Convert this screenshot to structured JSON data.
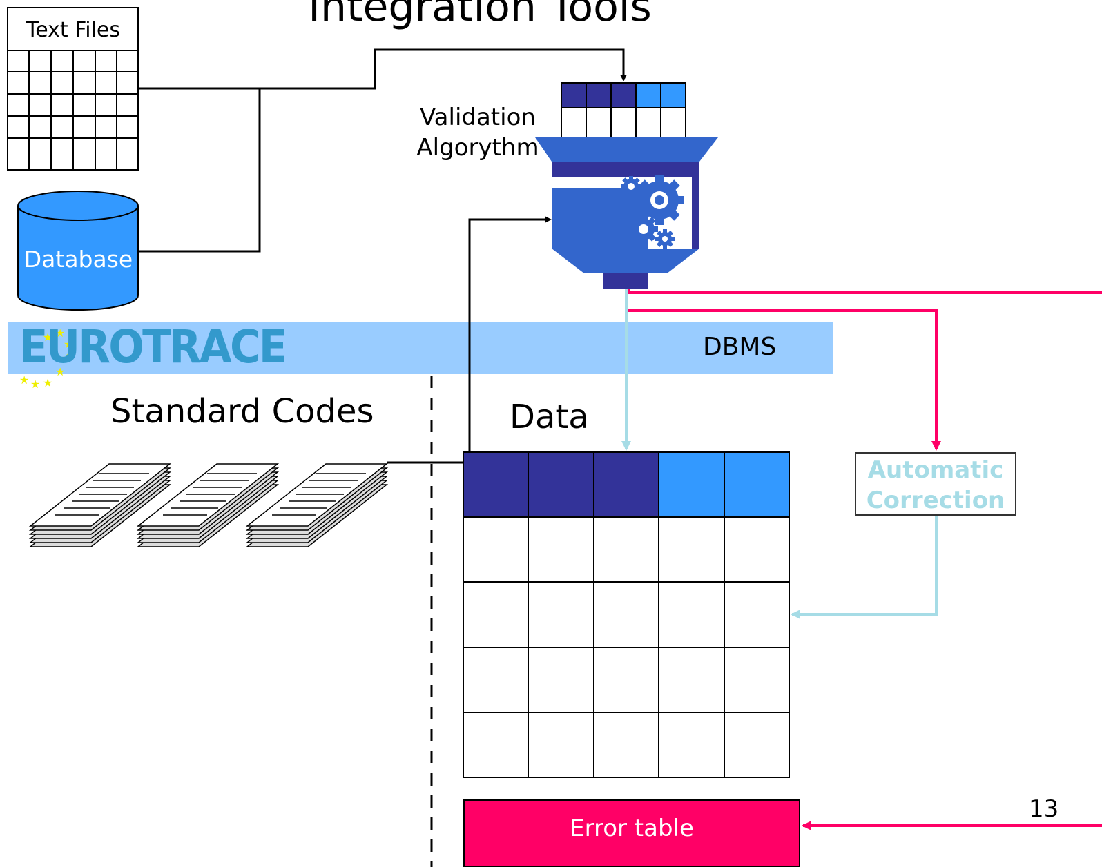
{
  "title": "Integration Tools",
  "sources": {
    "text_files_label": "Text Files",
    "database_label": "Database"
  },
  "brand": {
    "logo_text": "EUROTRACE",
    "band_label": "DBMS"
  },
  "validation_label": [
    "Validation",
    "Algorythm"
  ],
  "standard_codes_label": "Standard Codes",
  "data_label": "Data",
  "automatic_correction_label": [
    "Automatic",
    "Correction"
  ],
  "error_table_label": "Error table",
  "page_number": "13",
  "colors": {
    "dark_navy": "#333399",
    "light_blue": "#3399ff",
    "band": "#99ccff",
    "error_pink": "#ff0066",
    "flow_cyan": "#a6dce6",
    "logo_blue": "#3399cc",
    "logo_yellow": "#eeee00"
  }
}
